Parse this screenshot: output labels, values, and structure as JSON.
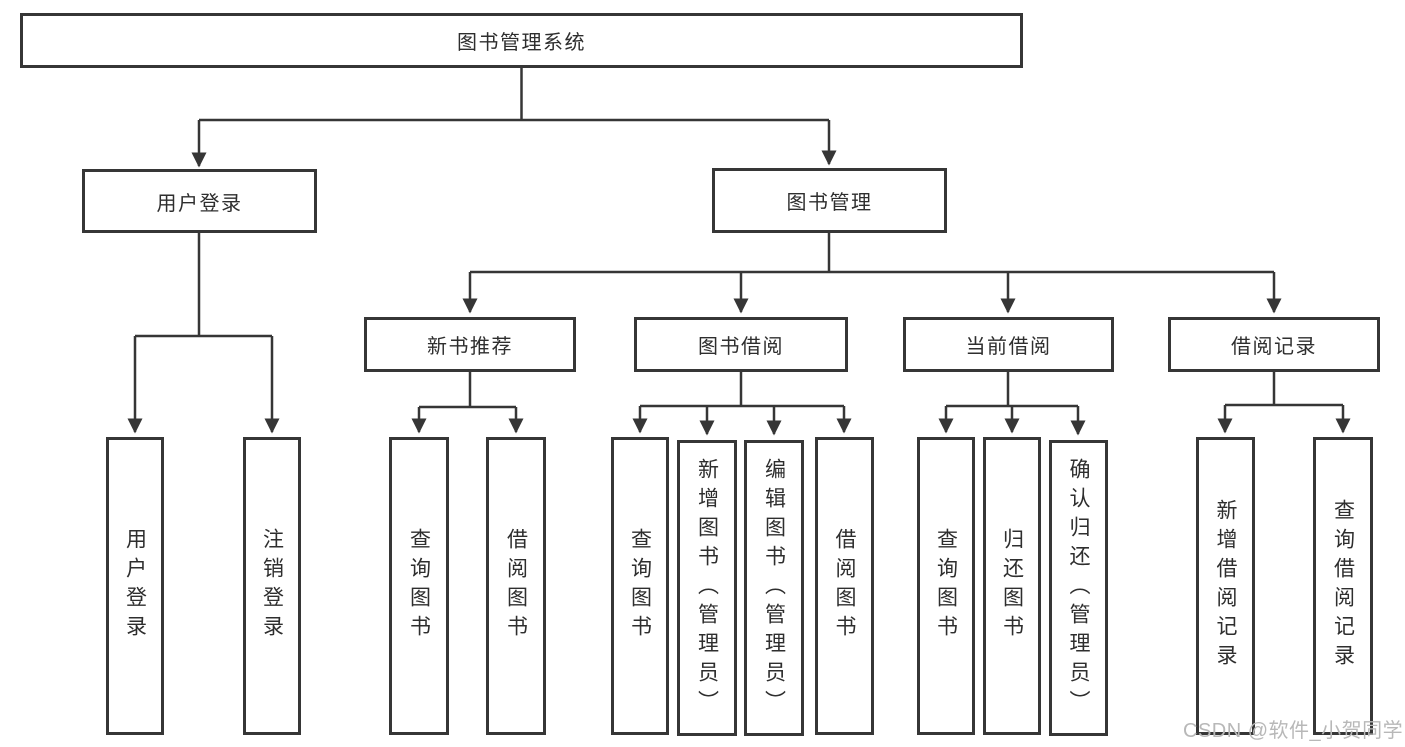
{
  "diagram": {
    "title": "图书管理系统",
    "level2": [
      {
        "label": "用户登录"
      },
      {
        "label": "图书管理"
      }
    ],
    "level3": [
      {
        "label": "新书推荐"
      },
      {
        "label": "图书借阅"
      },
      {
        "label": "当前借阅"
      },
      {
        "label": "借阅记录"
      }
    ],
    "groups": [
      {
        "parent": "用户登录",
        "leaves": [
          "用户登录",
          "注销登录"
        ]
      },
      {
        "parent": "新书推荐",
        "leaves": [
          "查询图书",
          "借阅图书"
        ]
      },
      {
        "parent": "图书借阅",
        "leaves": [
          "查询图书",
          "新增图书（管理员）",
          "编辑图书（管理员）",
          "借阅图书"
        ]
      },
      {
        "parent": "当前借阅",
        "leaves": [
          "查询图书",
          "归还图书",
          "确认归还（管理员）"
        ]
      },
      {
        "parent": "借阅记录",
        "leaves": [
          "新增借阅记录",
          "查询借阅记录"
        ]
      }
    ],
    "watermark": "CSDN @软件_小贺同学",
    "colors": {
      "line": "#363636",
      "box_border": "#363636",
      "text": "#2e2e2e",
      "watermark": "#b8b8b8",
      "background": "#ffffff"
    }
  }
}
